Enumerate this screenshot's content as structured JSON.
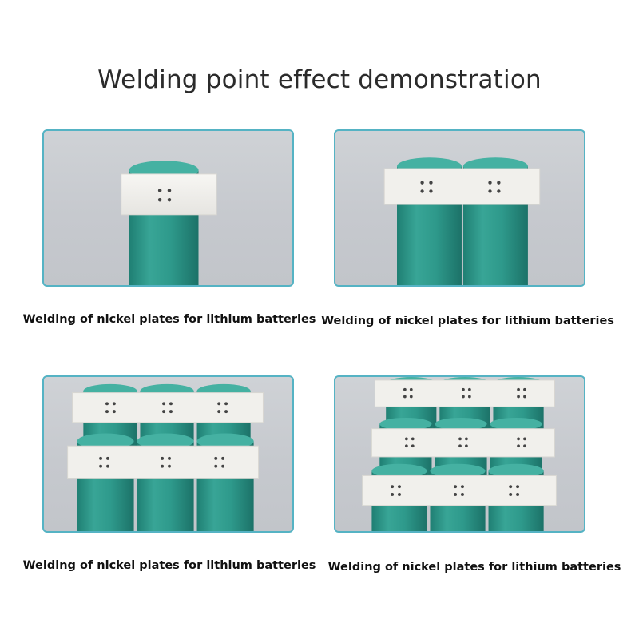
{
  "title": "Welding point effect demonstration",
  "panels": [
    {
      "caption": "Welding of nickel plates for lithium batteries",
      "cells": 1,
      "strips": 1
    },
    {
      "caption": "Welding of nickel plates for lithium batteries",
      "cells": 2,
      "strips": 1
    },
    {
      "caption": "Welding of nickel plates for lithium batteries",
      "cells": 6,
      "strips": 2
    },
    {
      "caption": "Welding of nickel plates for lithium batteries",
      "cells": 9,
      "strips": 3
    }
  ],
  "colors": {
    "frame": "#55b3c4",
    "battery": "#2f9e8f",
    "nickel_strip": "#f2f1ee",
    "weld_spot": "#4a4a4a"
  }
}
